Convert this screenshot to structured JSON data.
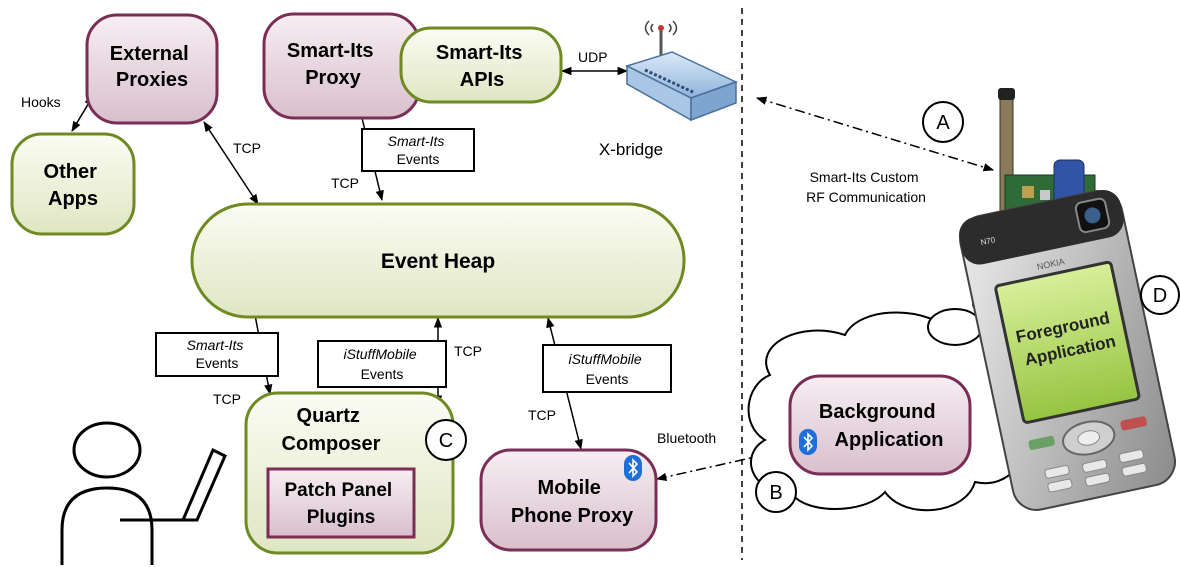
{
  "nodes": {
    "external_proxies": [
      "External",
      "Proxies"
    ],
    "other_apps": [
      "Other",
      "Apps"
    ],
    "smartits_proxy": [
      "Smart-Its",
      "Proxy"
    ],
    "smartits_apis": [
      "Smart-Its",
      "APIs"
    ],
    "event_heap": "Event Heap",
    "quartz_composer": [
      "Quartz",
      "Composer"
    ],
    "patch_panel": [
      "Patch Panel",
      "Plugins"
    ],
    "mobile_phone_proxy": [
      "Mobile",
      "Phone Proxy"
    ],
    "background_application": [
      "Background",
      "Application"
    ],
    "foreground_application": [
      "Foreground",
      "Application"
    ],
    "xbridge": "X-bridge",
    "phone_brand": "NOKIA",
    "phone_model": "N70"
  },
  "edge_labels": {
    "hooks": "Hooks",
    "udp": "UDP",
    "tcp": "TCP",
    "bluetooth": "Bluetooth",
    "rf_communication": [
      "Smart-Its Custom",
      "RF Communication"
    ]
  },
  "event_boxes": {
    "smartits_top": [
      "Smart-Its",
      "Events"
    ],
    "smartits_left": [
      "Smart-Its",
      "Events"
    ],
    "istuff_center": [
      "iStuffMobile",
      "Events"
    ],
    "istuff_right": [
      "iStuffMobile",
      "Events"
    ]
  },
  "markers": {
    "a": "A",
    "b": "B",
    "c": "C",
    "d": "D"
  },
  "colors": {
    "maroon_border": "#7a2d55",
    "olive_border": "#6e8a23",
    "maroon_fill": "#e6d3dc",
    "olive_fill": "#eef2dd",
    "bluetooth_blue": "#1e6fd9",
    "phone_screen": "#b8dc6a"
  },
  "icons": [
    "bluetooth-icon",
    "router-icon",
    "antenna-icon",
    "person-icon",
    "laptop-icon",
    "mobile-phone-icon",
    "sensor-board-icon"
  ]
}
